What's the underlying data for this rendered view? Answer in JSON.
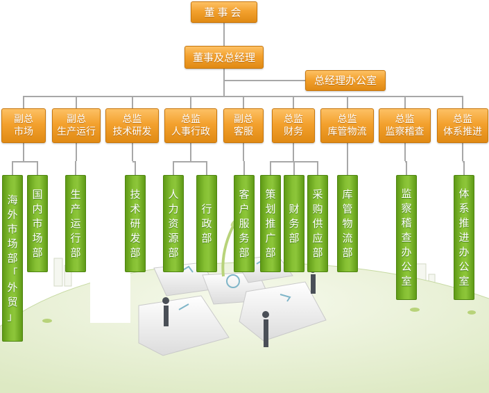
{
  "colors": {
    "orange_box": "#f3a12e",
    "green_box": "#7cb62a",
    "connector": "#a7a7a7",
    "ground": "#e6f0cf"
  },
  "top": {
    "board": "董事会",
    "chairman_gm": "董事及总经理",
    "gm_office": "总经理办公室"
  },
  "departments": [
    {
      "lines": [
        "副总",
        "市场"
      ],
      "units": [
        [
          "海",
          "外",
          "市",
          "场",
          "部",
          "「",
          "外",
          "贸",
          "」"
        ],
        [
          "国",
          "内",
          "市",
          "场",
          "部"
        ]
      ]
    },
    {
      "lines": [
        "副总",
        "生产运行"
      ],
      "units": [
        [
          "生",
          "产",
          "运",
          "行",
          "部"
        ]
      ]
    },
    {
      "lines": [
        "总监",
        "技术研发"
      ],
      "units": [
        [
          "技",
          "术",
          "研",
          "发",
          "部"
        ]
      ]
    },
    {
      "lines": [
        "总监",
        "人事行政"
      ],
      "units": [
        [
          "人",
          "力",
          "资",
          "源",
          "部"
        ],
        [
          "行",
          "政",
          "部"
        ]
      ]
    },
    {
      "lines": [
        "副总",
        "客服"
      ],
      "units": [
        [
          "客",
          "户",
          "服",
          "务",
          "部"
        ]
      ]
    },
    {
      "lines": [
        "总监",
        "财务"
      ],
      "units": [
        [
          "策",
          "划",
          "推",
          "广",
          "部"
        ],
        [
          "财",
          "务",
          "部"
        ],
        [
          "采",
          "购",
          "供",
          "应",
          "部"
        ]
      ]
    },
    {
      "lines": [
        "总监",
        "库管物流"
      ],
      "units": [
        [
          "库",
          "管",
          "物",
          "流",
          "部"
        ]
      ]
    },
    {
      "lines": [
        "总监",
        "监察稽查"
      ],
      "units": [
        [
          "监",
          "察",
          "稽",
          "查",
          "办",
          "公",
          "室"
        ]
      ]
    },
    {
      "lines": [
        "总监",
        "体系推进"
      ],
      "units": [
        [
          "体",
          "系",
          "推",
          "进",
          "办",
          "公",
          "室"
        ]
      ]
    }
  ]
}
